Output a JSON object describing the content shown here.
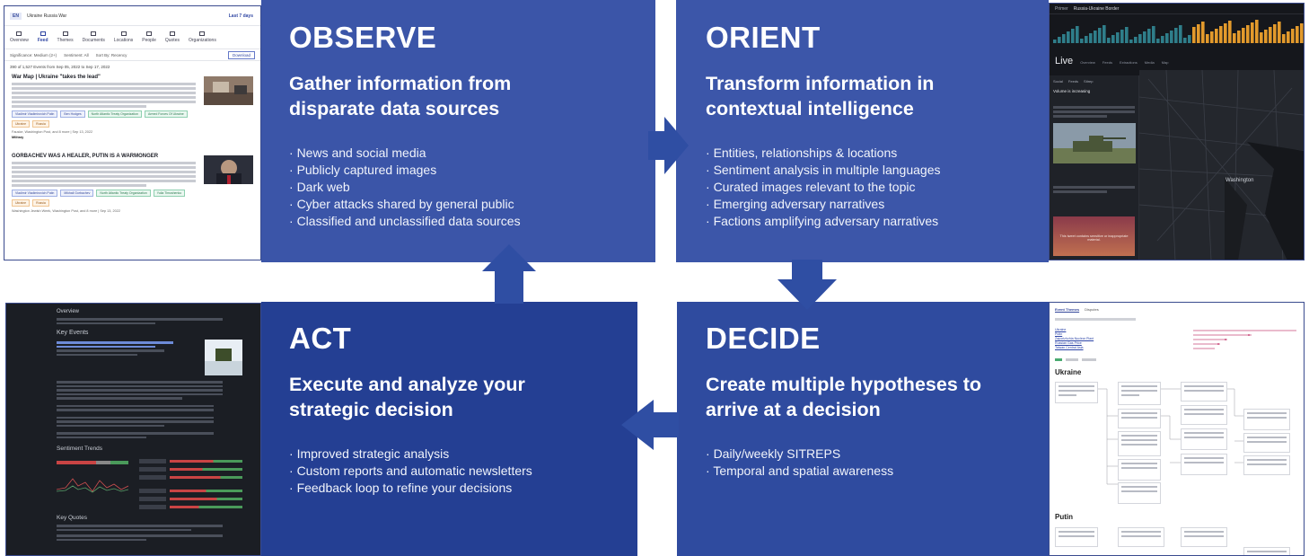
{
  "observe": {
    "title": "OBSERVE",
    "subtitle": "Gather information from disparate data sources",
    "bullets": [
      "News and social media",
      "Publicly captured images",
      "Dark web",
      "Cyber attacks shared by general public",
      "Classified and unclassified data sources"
    ]
  },
  "orient": {
    "title": "ORIENT",
    "subtitle": "Transform information in contextual intelligence",
    "bullets": [
      "Entities, relationships & locations",
      "Sentiment analysis in multiple languages",
      "Curated images relevant  to the topic",
      "Emerging adversary narratives",
      "Factions amplifying adversary narratives"
    ]
  },
  "act": {
    "title": "ACT",
    "subtitle": "Execute and analyze your strategic decision",
    "bullets": [
      "Improved strategic analysis",
      "Custom reports and automatic newsletters",
      "Feedback loop to refine your decisions"
    ]
  },
  "decide": {
    "title": "DECIDE",
    "subtitle": "Create multiple hypotheses to arrive at a decision",
    "bullets": [
      "Daily/weekly SITREPS",
      "Temporal and spatial awareness"
    ]
  },
  "feed_shot": {
    "lang": "EN",
    "query": "Ukraine Russia War",
    "date_label": "Last 7 days",
    "nav": [
      "Overview",
      "Feed",
      "Themes",
      "Documents",
      "Locations",
      "People",
      "Quotes",
      "Organizations"
    ],
    "filters": [
      "Significance: Medium (2+)",
      "Sentiment: All",
      "Sort By: Recency"
    ],
    "download": "Download",
    "count": "390 of 1,527 Events from Sep 05, 2022 to Sep 17, 2022",
    "articles": [
      {
        "title": "War Map | Ukraine \"takes the lead\"",
        "tags": [
          "Vladimir Vladimirovich Putin",
          "Ben Hodges",
          "North Atlantic Treaty Organization",
          "Armed Forces Of Ukraine",
          "Ukraine",
          "Russia"
        ],
        "sources": "Fauske, Washington Post, and 8 more | Sep 13, 2022",
        "topic": "Military"
      },
      {
        "title": "GORBACHEV WAS A HEALER, PUTIN IS A WARMONGER",
        "tags": [
          "Vladimir Vladimirovich Putin",
          "Mikhail Gorbachev",
          "North Atlantic Treaty Organization",
          "Yulia Timoshenko",
          "Ukraine",
          "Russia"
        ],
        "sources": "Washington Jewish Week, Washington Post, and 8 more | Sep 13, 2022",
        "topic": ""
      }
    ]
  },
  "live_shot": {
    "app": "Primer",
    "title": "Russia-Ukraine Border",
    "live": "Live",
    "tabs": [
      "Overview",
      "Feeds",
      "Extractions",
      "Media",
      "Map"
    ],
    "side_tabs": [
      "Social",
      "Feeds",
      "Sitrep"
    ],
    "trend": "Volume is increasing",
    "map_label": "Washington",
    "sensitive": "This tweet contains sensitive or inappropriate material."
  },
  "report_shot": {
    "overview": "Overview",
    "key_events": "Key Events",
    "sentiment": "Sentiment Trends",
    "key_quotes": "Key Quotes"
  },
  "themes_shot": {
    "tabs": [
      "Event Themes",
      "Disputes"
    ],
    "themes": [
      "Ukraine",
      "Putin",
      "Zaporizhzhia Nuclear Plant",
      "Russian Gas Price",
      "Taiwan Central Asia"
    ],
    "section1": "Ukraine",
    "section2": "Putin"
  },
  "colors": {
    "observe": "#3b55a8",
    "orient": "#3c56a9",
    "act": "#243f93",
    "decide": "#2f4b9f",
    "arrow": "#2f4ea3"
  }
}
